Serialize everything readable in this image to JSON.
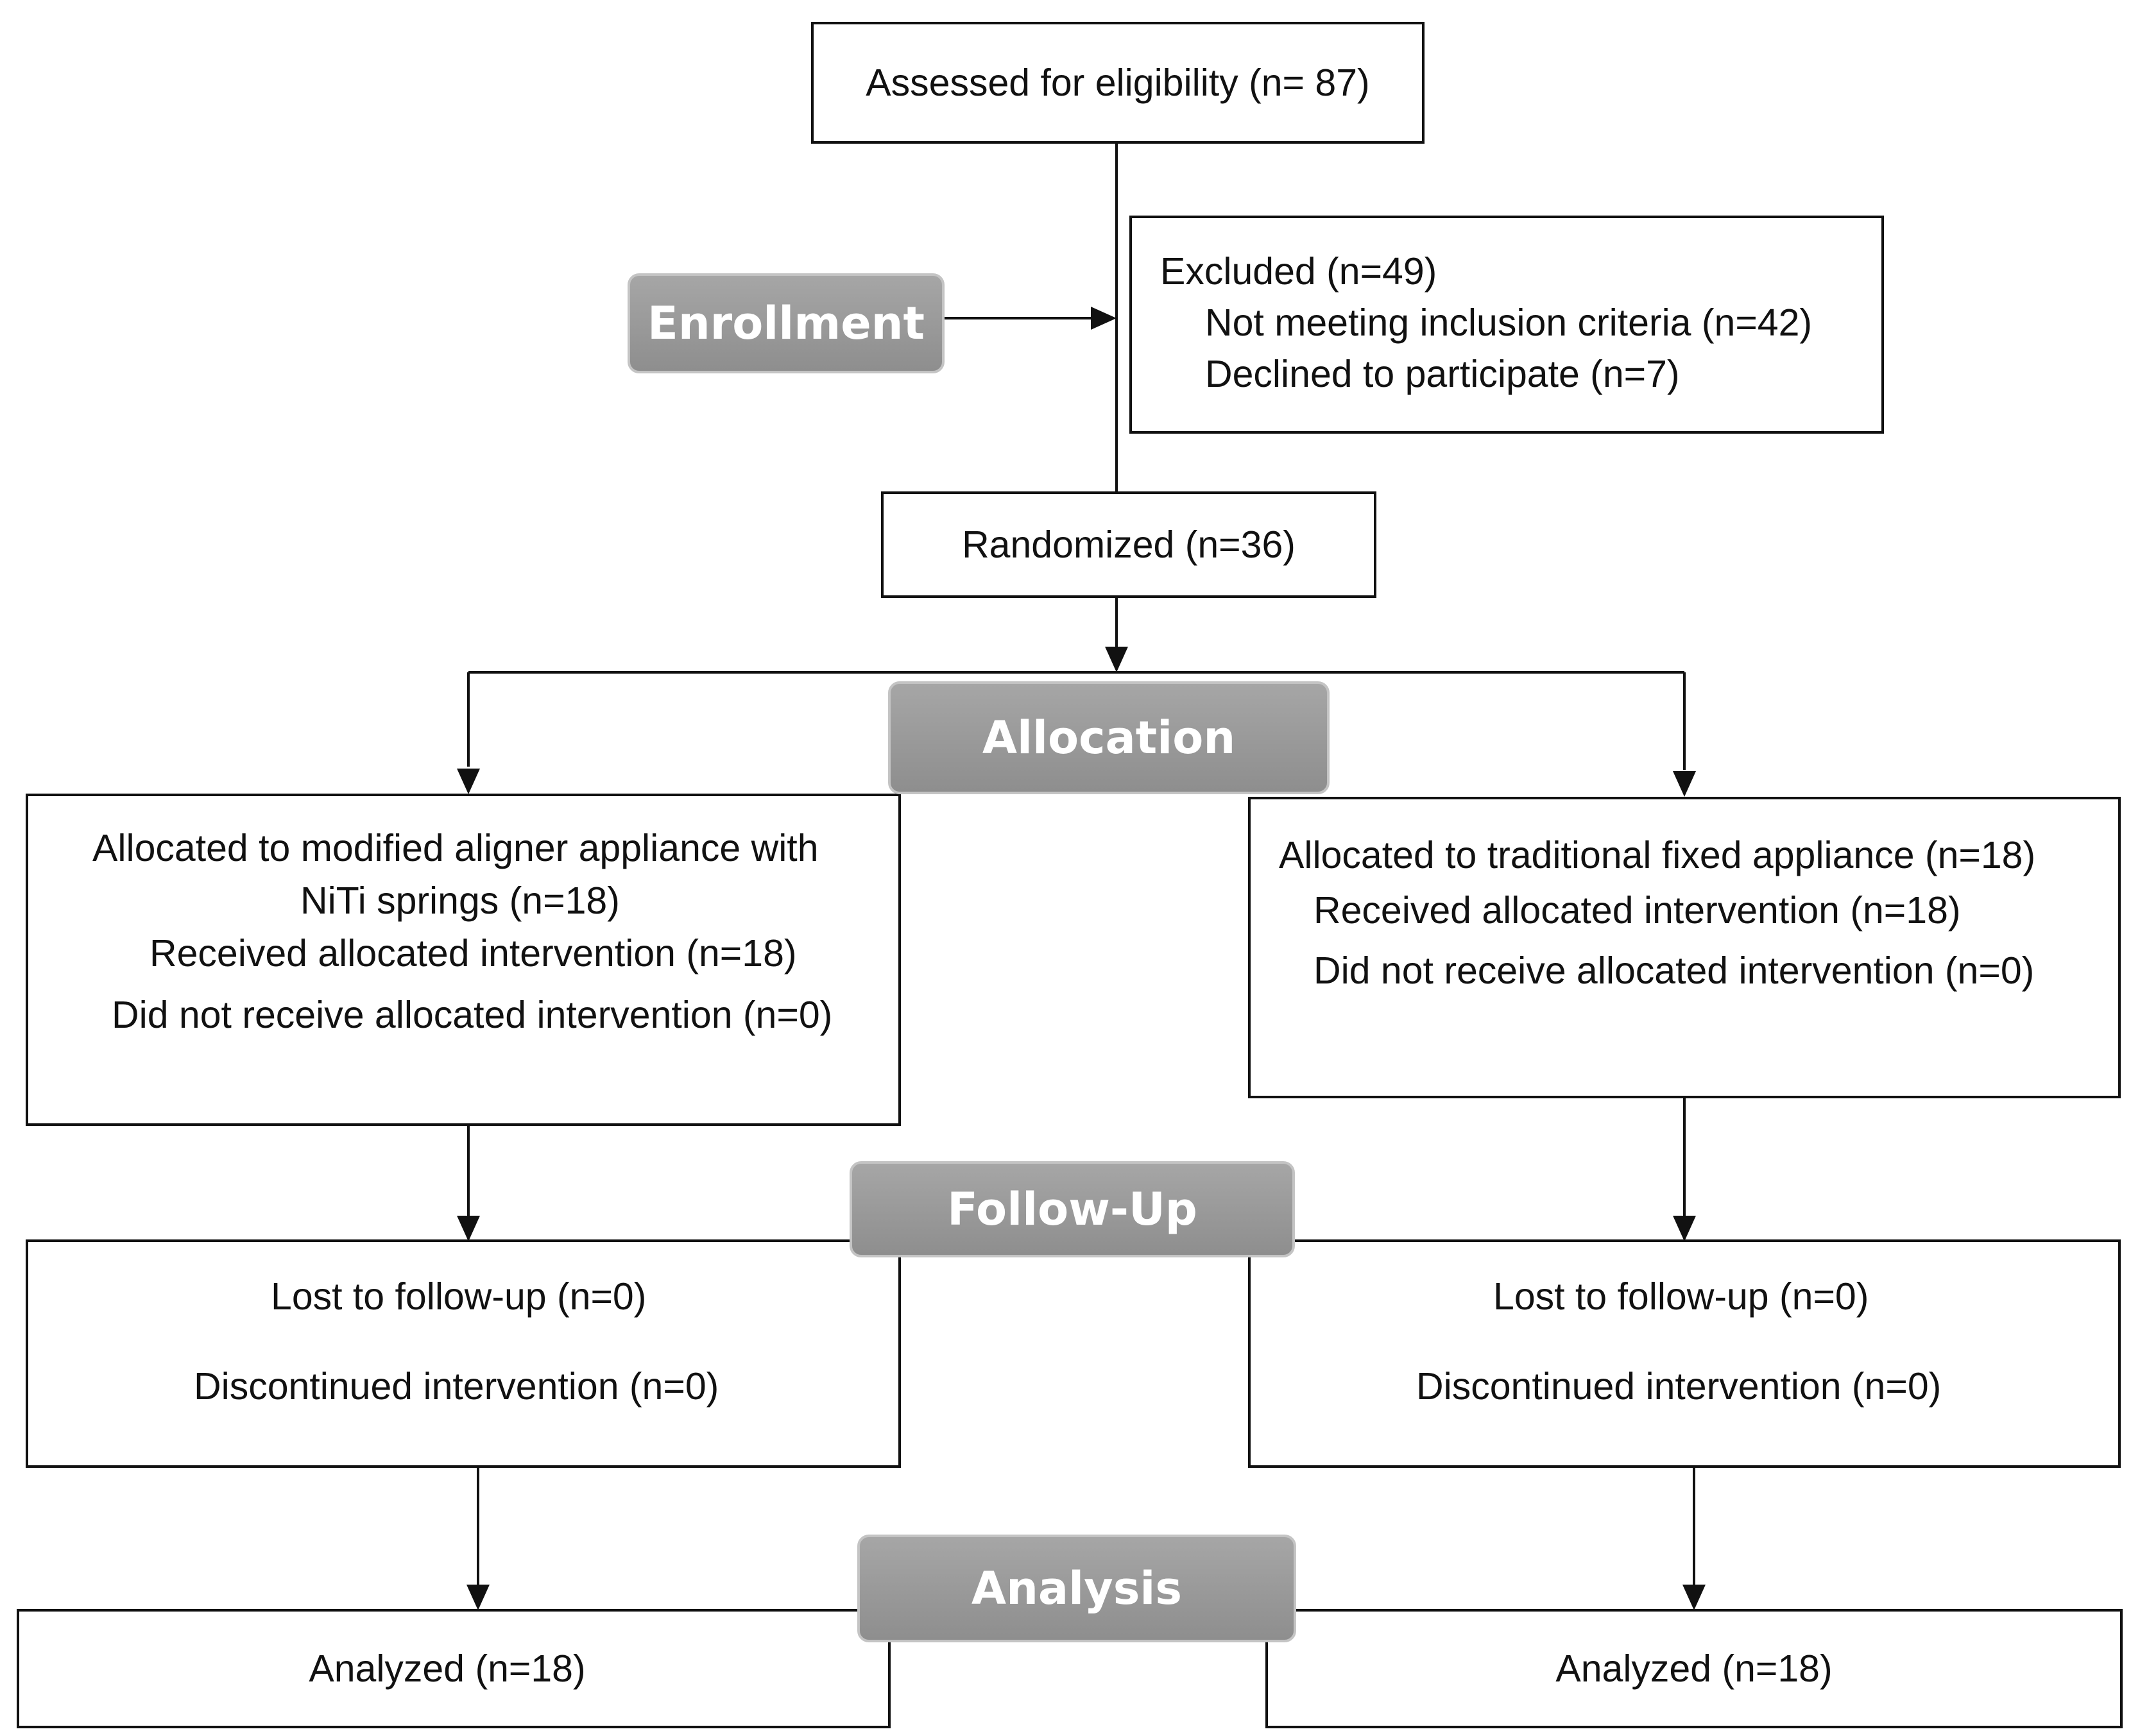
{
  "stages": {
    "enrollment": "Enrollment",
    "allocation": "Allocation",
    "follow_up": "Follow-Up",
    "analysis": "Analysis"
  },
  "assessed": "Assessed for eligibility (n= 87)",
  "excluded": {
    "title": "Excluded (n=49)",
    "reasons": [
      "Not meeting inclusion criteria (n=42)",
      "Declined to participate (n=7)"
    ]
  },
  "randomized": "Randomized (n=36)",
  "arms": [
    {
      "allocation": {
        "lines": [
          "Allocated to modified aligner appliance with",
          "NiTi springs (n=18)",
          "Received allocated intervention (n=18)",
          "Did not receive allocated intervention (n=0)"
        ]
      },
      "follow_up": {
        "lost": "Lost to follow-up (n=0)",
        "discontinued": "Discontinued intervention (n=0)"
      },
      "analysis": "Analyzed (n=18)"
    },
    {
      "allocation": {
        "lines": [
          "Allocated to traditional fixed appliance (n=18)",
          "Received allocated intervention (n=18)",
          "Did not receive allocated intervention (n=0)"
        ]
      },
      "follow_up": {
        "lost": "Lost to follow-up (n=0)",
        "discontinued": "Discontinued intervention (n=0)"
      },
      "analysis": "Analyzed (n=18)"
    }
  ]
}
